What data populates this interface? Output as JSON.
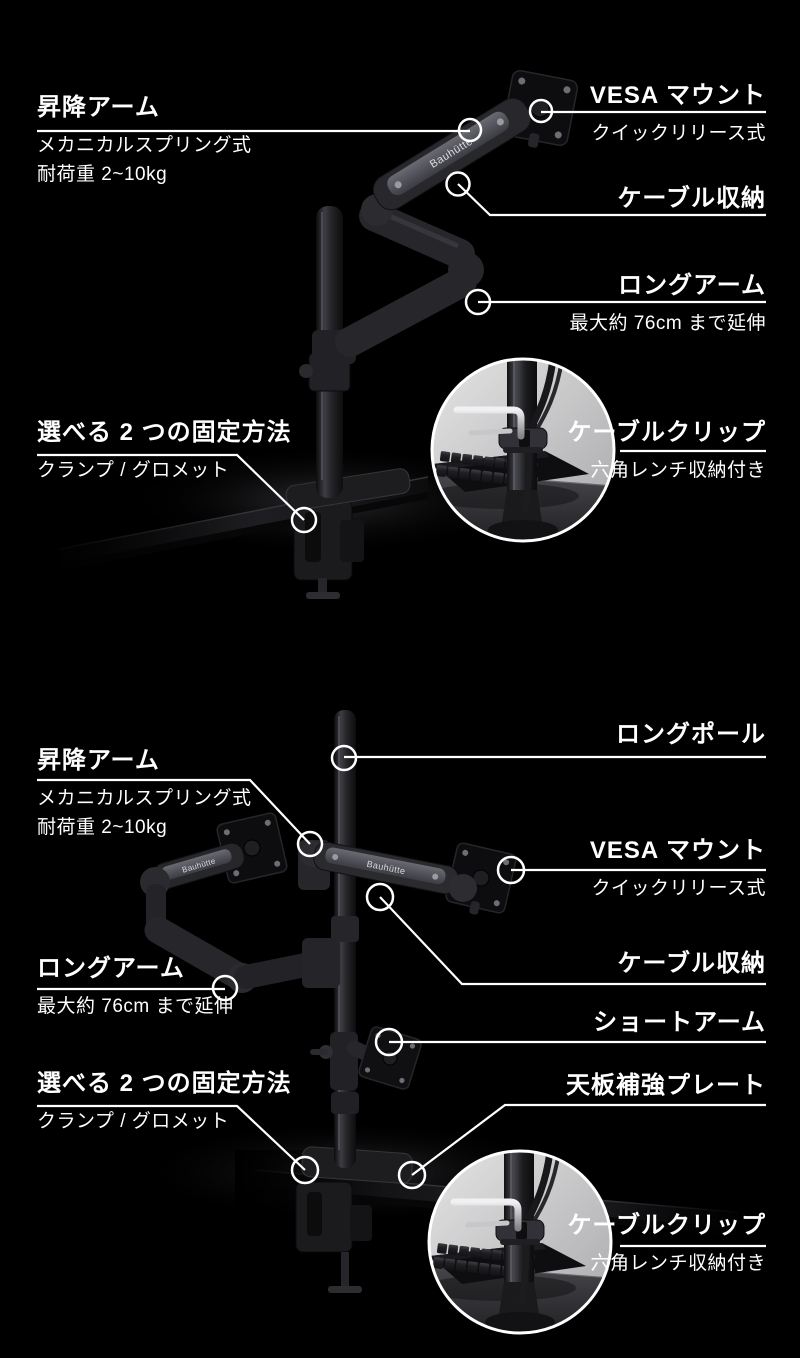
{
  "page": {
    "background": "#000000",
    "label_text_color": "#ffffff",
    "leader_line_color": "#ffffff"
  },
  "brand": {
    "logo_text": "Bauhütte"
  },
  "sections": [
    {
      "id": "single-monitor-arm",
      "callouts": [
        {
          "id": "lift-arm",
          "title": "昇降アーム",
          "lines": [
            "メカニカルスプリング式",
            "耐荷重 2~10kg"
          ]
        },
        {
          "id": "vesa-mount",
          "title": "VESA マウント",
          "lines": [
            "クイックリリース式"
          ]
        },
        {
          "id": "cable-storage",
          "title": "ケーブル収納",
          "lines": []
        },
        {
          "id": "long-arm",
          "title": "ロングアーム",
          "lines": [
            "最大約 76cm まで延伸"
          ]
        },
        {
          "id": "fixing-method",
          "title": "選べる 2 つの固定方法",
          "lines": [
            "クランプ / グロメット"
          ]
        },
        {
          "id": "cable-clip",
          "title": "ケーブルクリップ",
          "lines": [
            "六角レンチ収納付き"
          ]
        }
      ]
    },
    {
      "id": "dual-monitor-arm",
      "callouts": [
        {
          "id": "long-pole",
          "title": "ロングポール",
          "lines": []
        },
        {
          "id": "lift-arm",
          "title": "昇降アーム",
          "lines": [
            "メカニカルスプリング式",
            "耐荷重 2~10kg"
          ]
        },
        {
          "id": "vesa-mount",
          "title": "VESA マウント",
          "lines": [
            "クイックリリース式"
          ]
        },
        {
          "id": "cable-storage",
          "title": "ケーブル収納",
          "lines": []
        },
        {
          "id": "short-arm",
          "title": "ショートアーム",
          "lines": []
        },
        {
          "id": "long-arm",
          "title": "ロングアーム",
          "lines": [
            "最大約 76cm まで延伸"
          ]
        },
        {
          "id": "fixing-method",
          "title": "選べる 2 つの固定方法",
          "lines": [
            "クランプ / グロメット"
          ]
        },
        {
          "id": "desk-plate",
          "title": "天板補強プレート",
          "lines": []
        },
        {
          "id": "cable-clip",
          "title": "ケーブルクリップ",
          "lines": [
            "六角レンチ収納付き"
          ]
        }
      ]
    }
  ]
}
